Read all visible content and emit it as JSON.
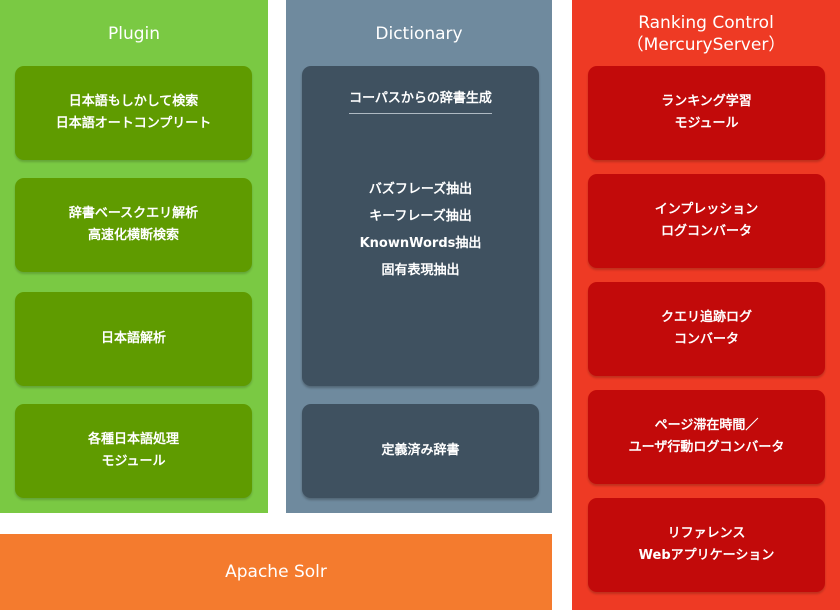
{
  "plugin": {
    "title": "Plugin",
    "boxes": [
      {
        "lines": [
          "日本語もしかして検索",
          "日本語オートコンプリート"
        ]
      },
      {
        "lines": [
          "辞書ベースクエリ解析",
          "高速化横断検索"
        ]
      },
      {
        "lines": [
          "日本語解析"
        ]
      },
      {
        "lines": [
          "各種日本語処理",
          "モジュール"
        ]
      }
    ]
  },
  "dictionary": {
    "title": "Dictionary",
    "corpus_box": {
      "heading": "コーパスからの辞書生成",
      "items": [
        "バズフレーズ抽出",
        "キーフレーズ抽出",
        "KnownWords抽出",
        "固有表現抽出"
      ]
    },
    "defined_box": {
      "label": "定義済み辞書"
    }
  },
  "ranking": {
    "title_line1": "Ranking Control",
    "title_line2": "（MercuryServer）",
    "boxes": [
      {
        "lines": [
          "ランキング学習",
          "モジュール"
        ]
      },
      {
        "lines": [
          "インプレッション",
          "ログコンバータ"
        ]
      },
      {
        "lines": [
          "クエリ追跡ログ",
          "コンバータ"
        ]
      },
      {
        "lines": [
          "ページ滞在時間／",
          "ユーザ行動ログコンバータ"
        ]
      },
      {
        "lines": [
          "リファレンス",
          "Webアプリケーション"
        ]
      }
    ]
  },
  "solr": {
    "label": "Apache Solr"
  },
  "colors": {
    "plugin_bg": "#7ac943",
    "plugin_box": "#5f9b00",
    "dictionary_bg": "#6f8a9e",
    "dictionary_box": "#3f5160",
    "ranking_bg": "#ee3a24",
    "ranking_box": "#c20a0a",
    "solr_bg": "#f47b2e"
  }
}
